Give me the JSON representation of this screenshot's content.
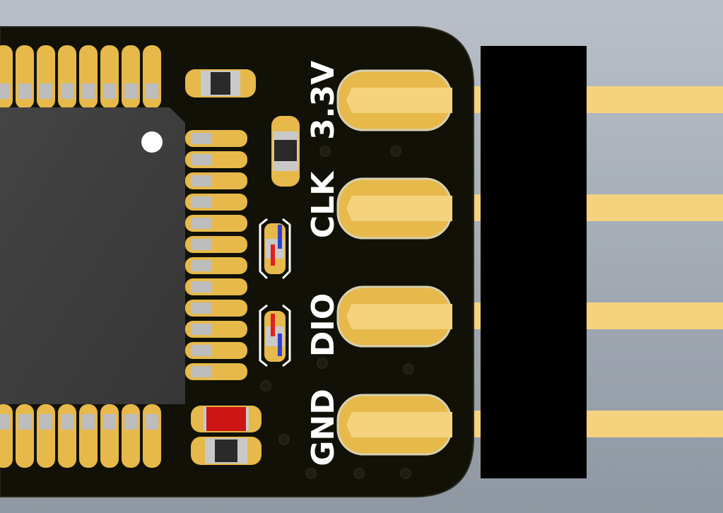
{
  "pin_labels": {
    "vcc": "3.3V",
    "clk": "CLK",
    "dio": "DIO",
    "gnd": "GND"
  },
  "colors": {
    "background_top": "#b8bfc8",
    "background_bottom": "#8f97a2",
    "board": "#111108",
    "pad_gold": "#e6b94a",
    "pin_gold": "#f4d27e",
    "chip_body": "#3d3d3d",
    "connector_housing": "#000000",
    "silkscreen": "#ffffff",
    "led_red": "#e02020",
    "led_blue": "#3040d0",
    "resistor_red": "#cc1515"
  },
  "icons": {
    "chip_pin1_marker": "white-dot",
    "connector": "4-pin-header"
  }
}
